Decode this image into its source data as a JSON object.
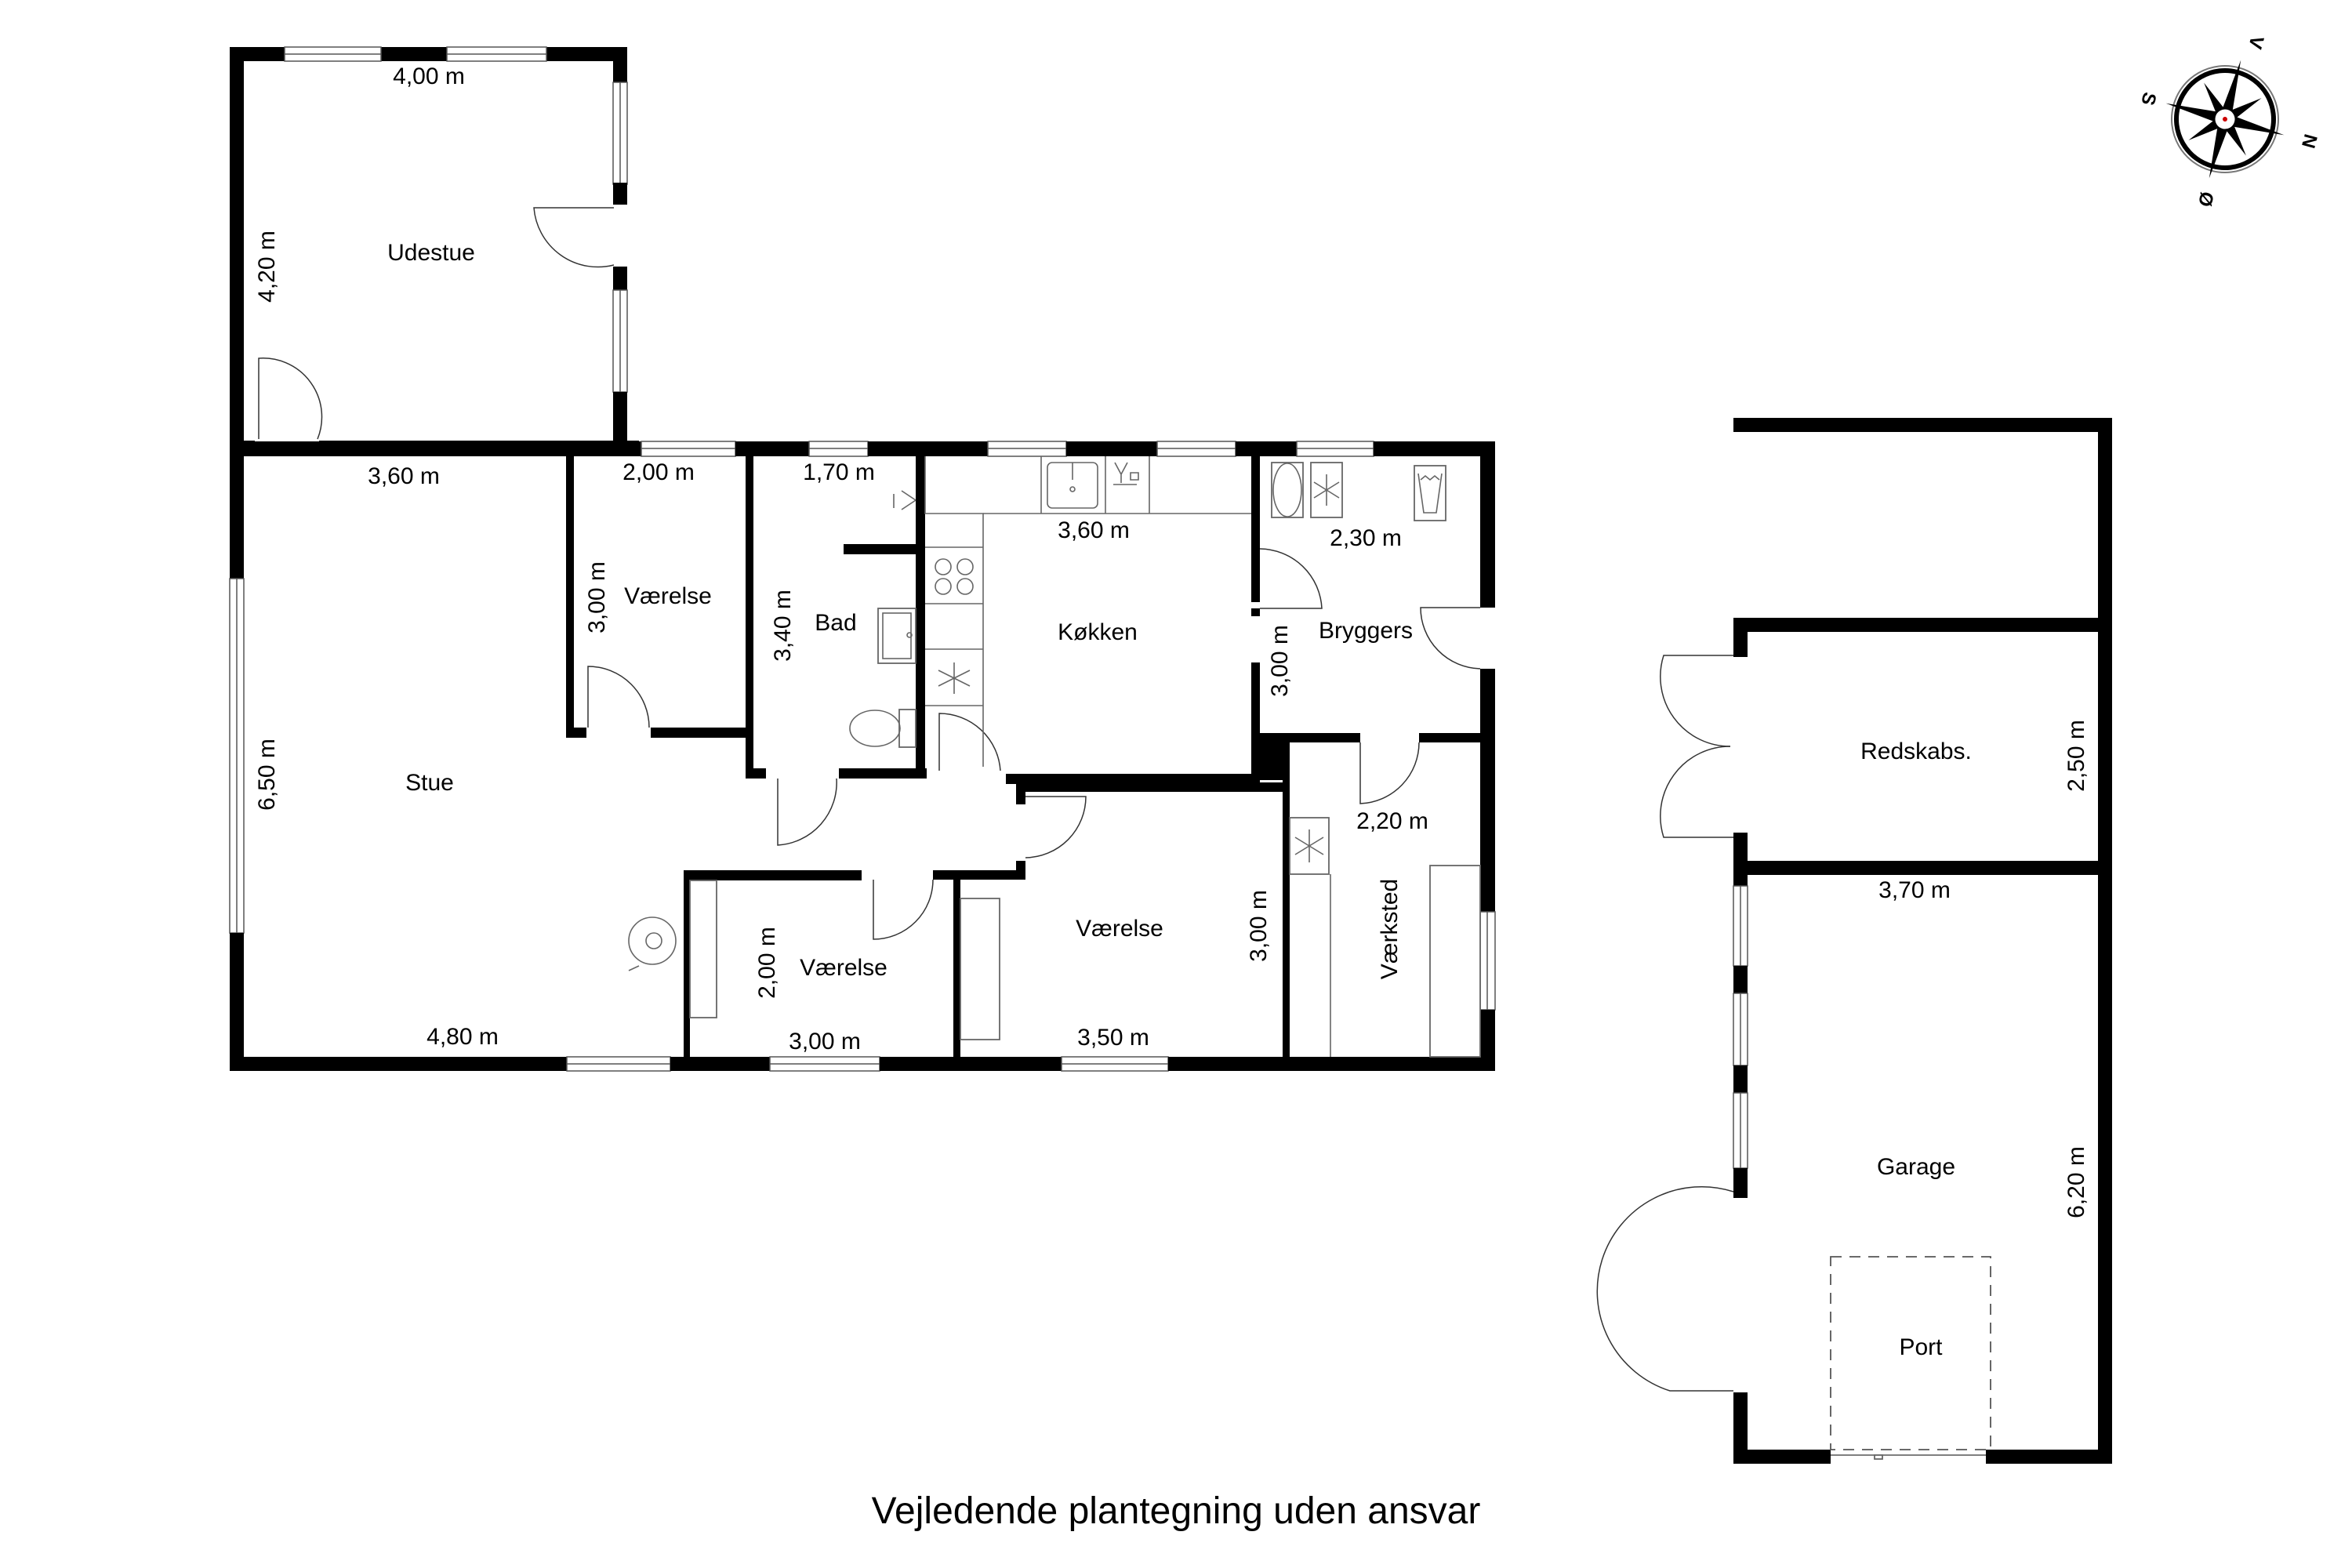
{
  "rooms": {
    "udestue": {
      "label": "Udestue",
      "width": "4,00 m",
      "height": "4,20 m"
    },
    "stue": {
      "label": "Stue",
      "top_width": "3,60 m",
      "bottom_width": "4,80 m",
      "height": "6,50 m"
    },
    "vaerelse_1": {
      "label": "Værelse",
      "width": "2,00 m",
      "height": "3,00 m"
    },
    "bad": {
      "label": "Bad",
      "width": "1,70 m",
      "height": "3,40 m"
    },
    "koekken": {
      "label": "Køkken",
      "width": "3,60 m"
    },
    "bryggers": {
      "label": "Bryggers",
      "width": "2,30 m",
      "height": "3,00 m"
    },
    "vaerelse_2": {
      "label": "Værelse",
      "width": "3,00 m",
      "height": "2,00 m"
    },
    "vaerelse_3": {
      "label": "Værelse",
      "width": "3,50 m",
      "height": "3,00 m"
    },
    "vaerksted": {
      "label": "Værksted",
      "width": "2,20 m"
    },
    "redskabs": {
      "label": "Redskabs.",
      "height": "2,50 m"
    },
    "garage": {
      "label": "Garage",
      "width": "3,70 m",
      "height": "6,20 m"
    },
    "port": {
      "label": "Port"
    }
  },
  "compass": {
    "north": "N",
    "south": "S",
    "east": "Ø",
    "west": "V"
  },
  "footer": {
    "disclaimer": "Vejledende plantegning uden ansvar"
  }
}
